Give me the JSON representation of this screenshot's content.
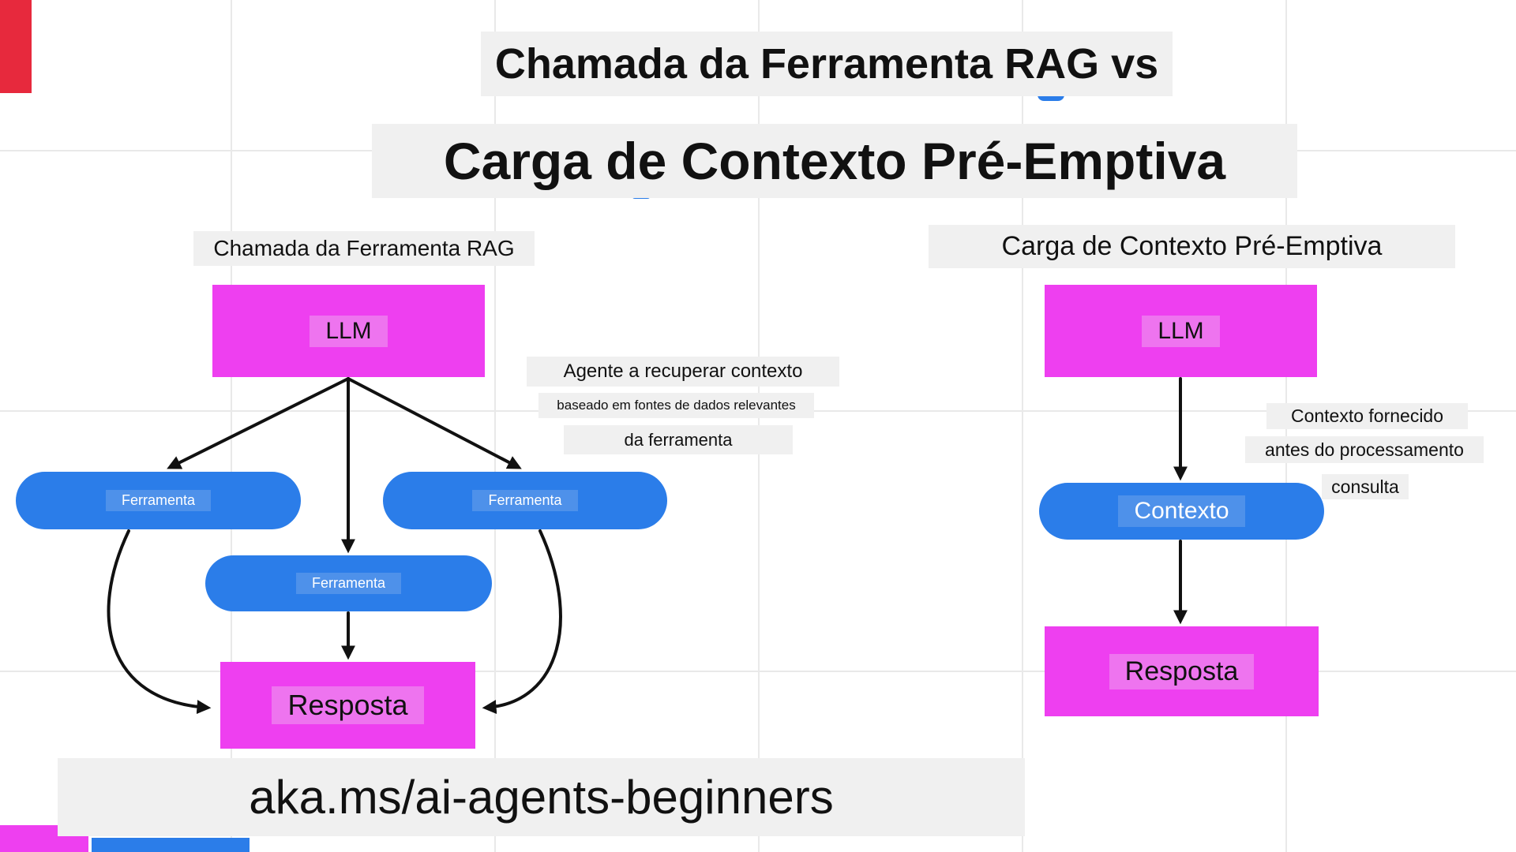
{
  "titles": {
    "line1": "Chamada da Ferramenta RAG vs",
    "line2": "Carga de Contexto Pré-Emptiva"
  },
  "left_diagram": {
    "heading": "Chamada da Ferramenta RAG",
    "llm": "LLM",
    "tools": [
      "Ferramenta",
      "Ferramenta",
      "Ferramenta"
    ],
    "response": "Resposta",
    "annotation": {
      "line1": "Agente a recuperar contexto",
      "line2": "baseado em fontes de dados relevantes",
      "line3": "da ferramenta"
    }
  },
  "right_diagram": {
    "heading": "Carga de Contexto Pré-Emptiva",
    "llm": "LLM",
    "context": "Contexto",
    "response": "Resposta",
    "annotation": {
      "line1": "Contexto fornecido",
      "line2": "antes do processamento",
      "line3": "consulta"
    }
  },
  "footer": {
    "link": "aka.ms/ai-agents-beginners"
  },
  "colors": {
    "magenta": "#ee3ff0",
    "blue": "#2b7de9",
    "red": "#e7293d",
    "text_bg": "#f0f0f0"
  }
}
